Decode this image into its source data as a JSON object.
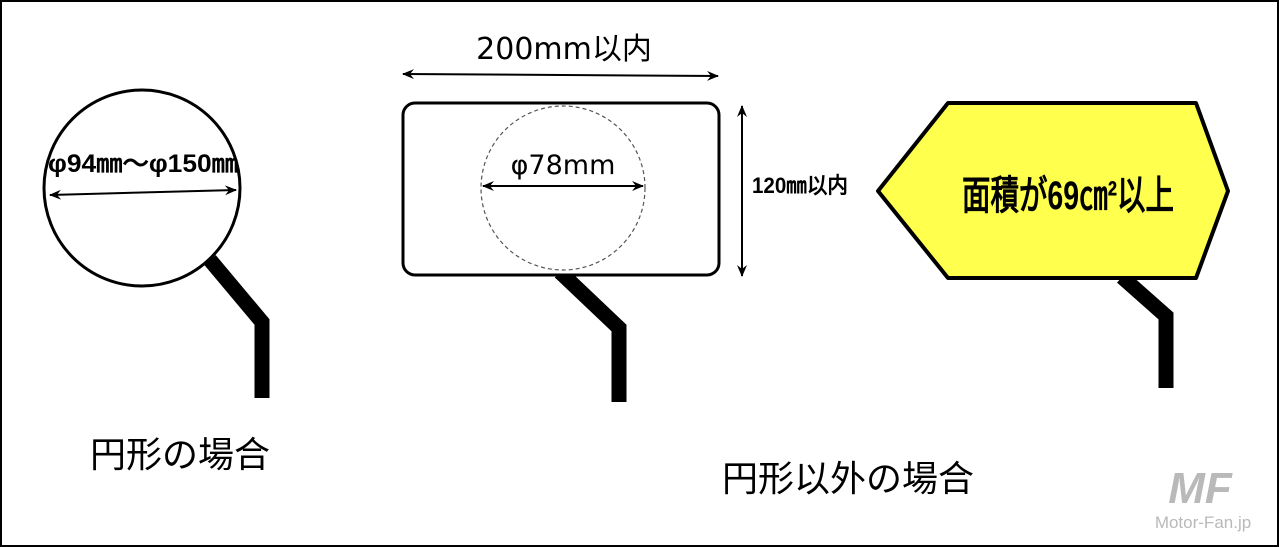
{
  "labels": {
    "circle_dim": "φ94㎜～φ150㎜",
    "inner_dim": "φ78mm",
    "width_dim": "200mm以内",
    "height_dim": "120㎜以内",
    "area_dim": "面積が69㎝²以上",
    "caption_circle": "円形の場合",
    "caption_other": "円形以外の場合"
  },
  "watermark": {
    "logo_letters": "MF",
    "site": "Motor-Fan.jp"
  },
  "colors": {
    "line": "#000000",
    "arrow_plate_fill": "#ffff4d",
    "background": "#ffffff",
    "watermark": "#b9b9b9"
  }
}
